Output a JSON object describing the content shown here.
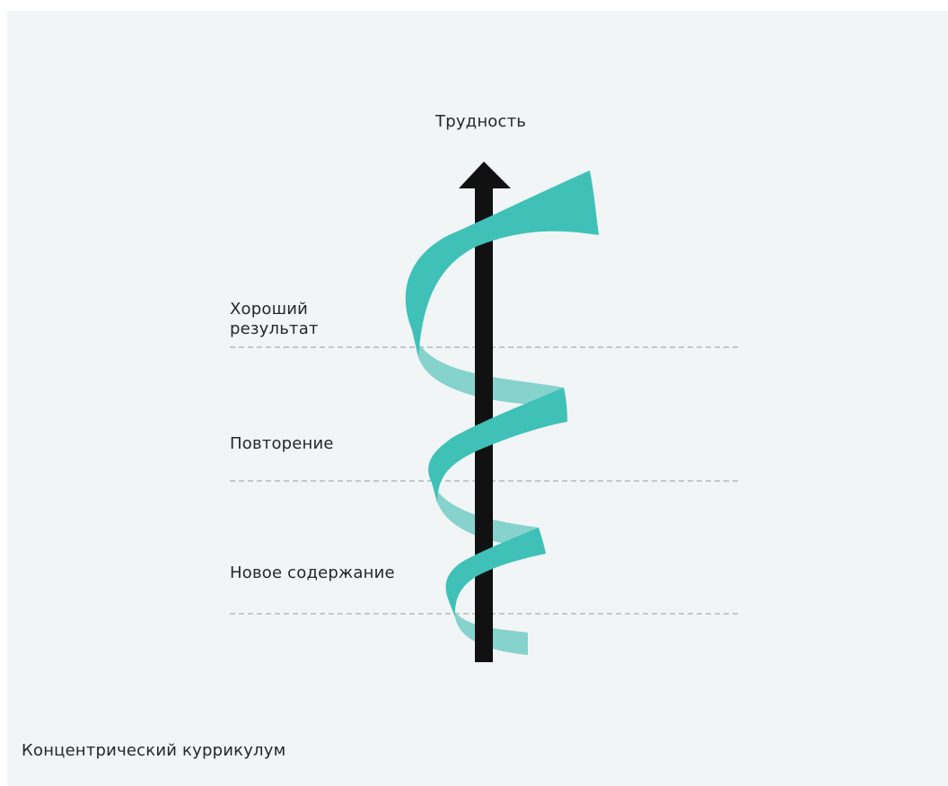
{
  "diagram": {
    "axis_label": "Трудность",
    "levels": [
      {
        "line1": "Хороший",
        "line2": "результат"
      },
      {
        "line1": "Повторение"
      },
      {
        "line1": "Новое содержание"
      }
    ],
    "caption": "Концентрический куррикулум",
    "colors": {
      "background": "#f1f5f6",
      "ribbon_front": "#3fc1b8",
      "ribbon_back": "#86d2cd",
      "arrow": "#111111",
      "dashed_line": "#c4c8ca",
      "text": "#262626"
    }
  }
}
